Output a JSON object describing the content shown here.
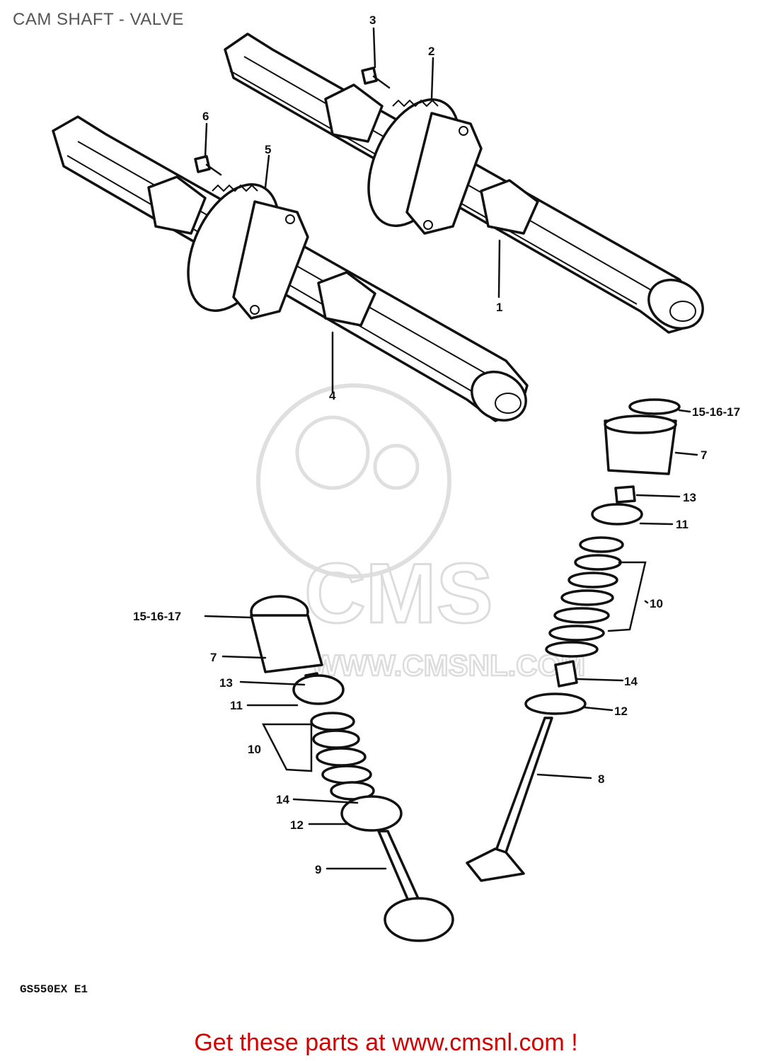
{
  "title": "CAM SHAFT - VALVE",
  "model_code": "GS550EX  E1",
  "footer": "Get these parts at www.cmsnl.com !",
  "watermark": {
    "logo_text": "CMS",
    "url_text": "WWW.CMSNL.COM"
  },
  "callouts": {
    "c1": "1",
    "c2": "2",
    "c3": "3",
    "c4": "4",
    "c5": "5",
    "c6": "6",
    "r_15_16_17": "15-16-17",
    "r_7": "7",
    "r_13": "13",
    "r_11": "11",
    "r_10": "10",
    "r_14": "14",
    "r_12": "12",
    "r_8": "8",
    "l_15_16_17": "15-16-17",
    "l_7": "7",
    "l_13": "13",
    "l_11": "11",
    "l_10": "10",
    "l_14": "14",
    "l_12": "12",
    "l_9": "9"
  },
  "colors": {
    "footer_text": "#d40000",
    "title_text": "#555555",
    "line_art": "#111111",
    "watermark": "#d9d9d9"
  }
}
